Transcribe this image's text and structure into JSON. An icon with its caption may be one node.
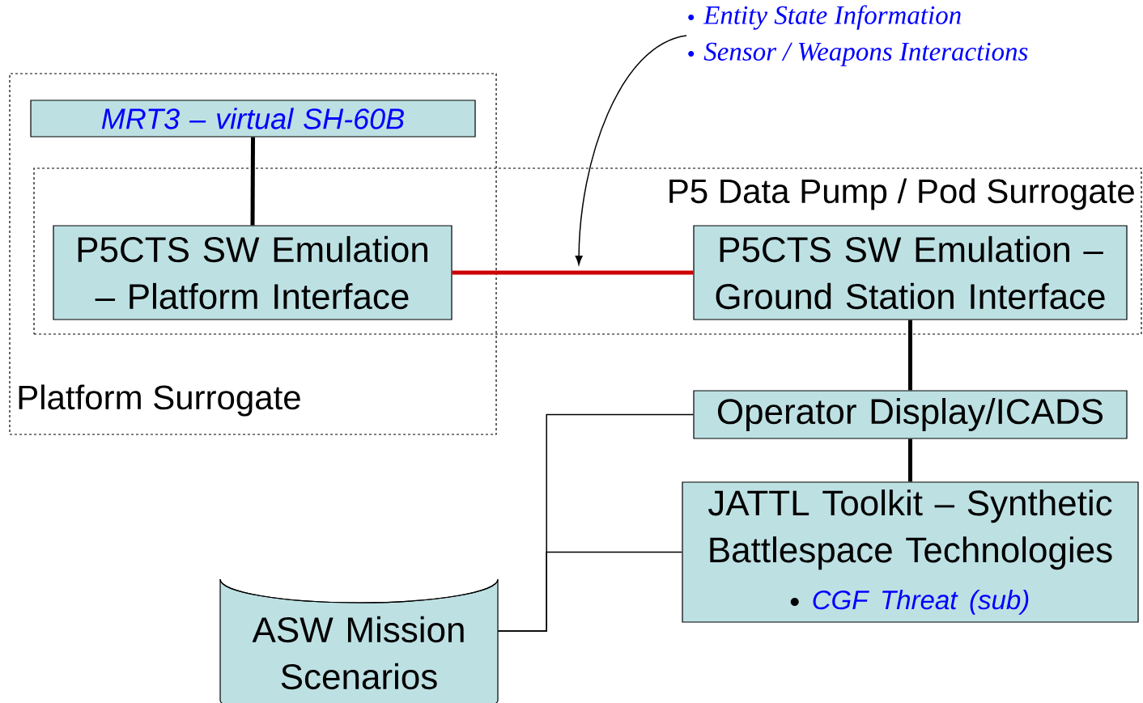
{
  "diagram": {
    "nodes": [
      {
        "text": [
          "Platform Surrogate"
        ]
      },
      {
        "text": [
          "P5 Data Pump / Pod Surrogate"
        ]
      },
      {
        "text": [
          "MRT3 – virtual SH-60B"
        ],
        "in": 0
      },
      {
        "text": [
          "P5CTS SW Emulation – Platform Interface"
        ]
      },
      {
        "text": [
          "P5CTS SW Emulation – Ground Station Interface"
        ],
        "in": 1
      },
      {
        "text": [
          "Operator Display/ICADS"
        ]
      },
      {
        "text": [
          "JATTL Toolkit – Synthetic Battlespace Technologies",
          "CGF Threat (sub)"
        ]
      },
      {
        "text": [
          "ASW Mission Scenarios"
        ]
      },
      {
        "text": [
          "Entity State Information",
          "Sensor / Weapons Interactions"
        ]
      }
    ],
    "edges": [
      {
        "from": 2,
        "to": 3,
        "arrow": "none"
      },
      {
        "from": 3,
        "to": 4,
        "arrow": "none",
        "color": "#cc0000"
      },
      {
        "from": 4,
        "to": 5,
        "arrow": "none"
      },
      {
        "from": 5,
        "to": 6,
        "arrow": "none"
      },
      {
        "from": 7,
        "to": 5,
        "arrow": "none"
      },
      {
        "from": 7,
        "to": 6,
        "arrow": "none"
      },
      {
        "from": 8,
        "to": null,
        "arrow": "to"
      }
    ]
  }
}
